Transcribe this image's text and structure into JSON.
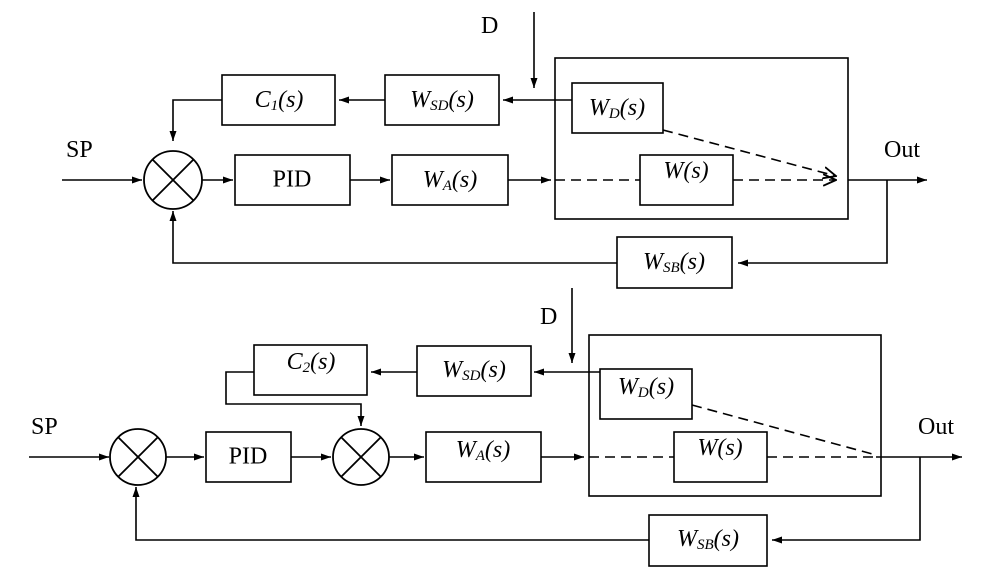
{
  "top": {
    "sp_label": "SP",
    "out_label": "Out",
    "d_label": "D",
    "blocks": {
      "c": {
        "main": "C",
        "sub": "1",
        "arg": "(s)"
      },
      "wsd": {
        "main": "W",
        "sub": "SD",
        "arg": "(s)"
      },
      "wd": {
        "main": "W",
        "sub": "D",
        "arg": "(s)"
      },
      "pid": {
        "main": "PID"
      },
      "wa": {
        "main": "W",
        "sub": "A",
        "arg": "(s)"
      },
      "w": {
        "main": "W",
        "arg": "(s)"
      },
      "wsb": {
        "main": "W",
        "sub": "SB",
        "arg": "(s)"
      }
    }
  },
  "bottom": {
    "sp_label": "SP",
    "out_label": "Out",
    "d_label": "D",
    "blocks": {
      "c": {
        "main": "C",
        "sub": "2",
        "arg": "(s)"
      },
      "wsd": {
        "main": "W",
        "sub": "SD",
        "arg": "(s)"
      },
      "wd": {
        "main": "W",
        "sub": "D",
        "arg": "(s)"
      },
      "pid": {
        "main": "PID"
      },
      "wa": {
        "main": "W",
        "sub": "A",
        "arg": "(s)"
      },
      "w": {
        "main": "W",
        "arg": "(s)"
      },
      "wsb": {
        "main": "W",
        "sub": "SB",
        "arg": "(s)"
      }
    }
  },
  "colors": {
    "line": "#000000",
    "background": "#ffffff"
  }
}
